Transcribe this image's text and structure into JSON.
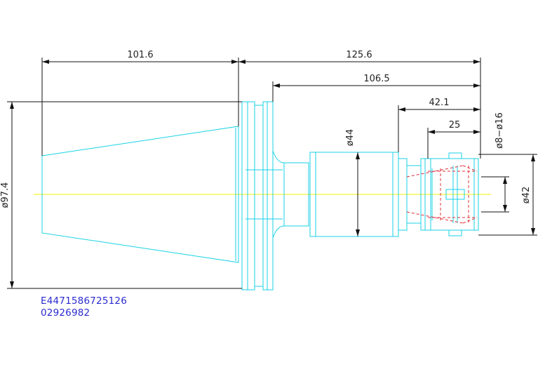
{
  "colors": {
    "outline": "#19d2e6",
    "dimension": "#111111",
    "centerline": "#f2f200",
    "hidden": "#e0303a",
    "code_text": "#2a2ad0"
  },
  "dimensions": {
    "taper_length": "101.6",
    "overall_length": "125.6",
    "gauge_length": "106.5",
    "nut_length": "42.1",
    "collet_length": "25",
    "flange_diameter": "ø97.4",
    "body_diameter": "ø44",
    "clamping_range": "ø8−ø16",
    "nut_diameter": "ø42"
  },
  "codes": {
    "line1": "E4471586725126",
    "line2": "02926982"
  }
}
